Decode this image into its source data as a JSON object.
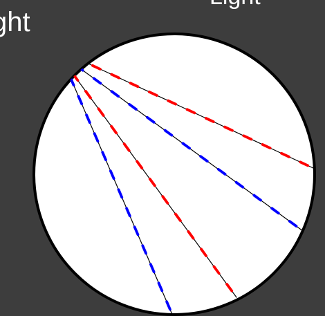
{
  "labels": {
    "left_partial": "ght",
    "top_partial": "Light"
  },
  "colors": {
    "background": "#3d3d3d",
    "disk_fill": "#ffffff",
    "disk_stroke": "#000000",
    "ray": "#000000",
    "red_marker": "#ff0000",
    "blue_marker": "#0000ff"
  },
  "rays": [
    {
      "name": "ray-red-upper",
      "color": "red"
    },
    {
      "name": "ray-blue-upper",
      "color": "blue"
    },
    {
      "name": "ray-red-lower",
      "color": "red"
    },
    {
      "name": "ray-blue-lower",
      "color": "blue"
    }
  ]
}
